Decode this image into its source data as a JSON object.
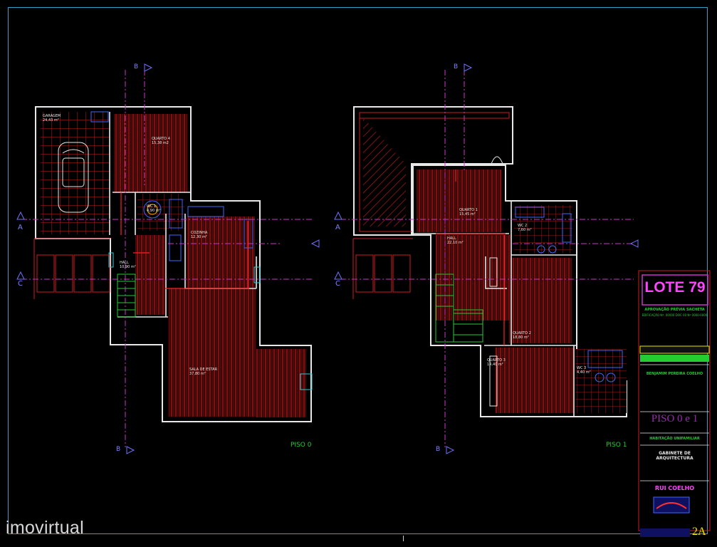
{
  "plans": {
    "ground": {
      "label": "PISO 0",
      "rooms": {
        "garagem": {
          "name": "GARAGEM",
          "area": "24,43 m²"
        },
        "quarto4": {
          "name": "QUARTO 4",
          "area": "15,38 m2"
        },
        "wc1": {
          "name": "WC 1",
          "area": "4,90 m²"
        },
        "cozinha": {
          "name": "COZINHA",
          "area": "12,30 m²"
        },
        "hall": {
          "name": "HALL",
          "area": "10,90 m²"
        },
        "sala": {
          "name": "SALA DE ESTAR",
          "area": "37,80 m²"
        }
      }
    },
    "first": {
      "label": "PISO 1",
      "rooms": {
        "quarto1": {
          "name": "QUARTO 1",
          "area": "15,45 m²"
        },
        "hall": {
          "name": "HALL",
          "area": "22,10 m²"
        },
        "wc2": {
          "name": "WC 2",
          "area": "7,60 m²"
        },
        "quarto2": {
          "name": "QUARTO 2",
          "area": "18,80 m²"
        },
        "quarto3": {
          "name": "QUARTO 3",
          "area": "14,40 m²"
        },
        "wc3": {
          "name": "WC 3",
          "area": "4,40 m²"
        }
      }
    }
  },
  "section_markers": {
    "a": "A",
    "c": "C",
    "b": "B"
  },
  "title_block": {
    "lot": "LOTE 79",
    "approval": "APROVAÇÃO PRÉVIA SACHETA",
    "approval_sub": "EDIFICAÇÃO Nº: 00000 DOC 00 Nº 0000-0000",
    "owner": "BENJAMIM PEREIRA COELHO",
    "floors": "PISO 0 e 1",
    "use": "HABITAÇÃO UNIFAMILIAR",
    "office": "GABINETE DE ARQUITECTURA",
    "architect": "RUI COELHO",
    "sheet": "2A"
  },
  "watermark": "imovirtual",
  "colors": {
    "wall": "#e8e8e8",
    "hatch": "#c81e1e",
    "axis": "#cc33cc",
    "frame": "#33a0c8",
    "stairs": "#22cc33"
  }
}
